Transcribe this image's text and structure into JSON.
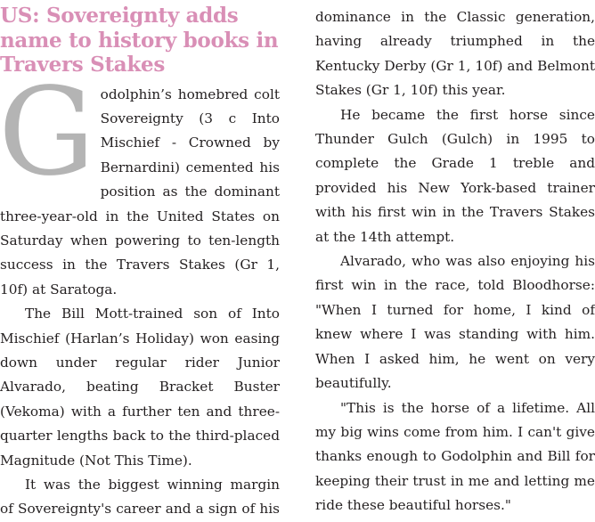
{
  "article": {
    "headline": "US: Sovereignty adds name to history books in Travers Stakes",
    "dropcap": "G",
    "paragraphs": [
      "odolphin’s homebred colt Sovereignty (3 c Into Mischief - Crowned by Bernardini) cemented his position as the dominant three-year-old in the United States on Saturday when powering to ten-length success in the Travers Stakes (Gr 1, 10f) at Saratoga.",
      "The Bill Mott-trained son of Into Mischief (Harlan’s Holiday) won easing down under regular rider Junior Alvarado, beating Bracket Buster (Vekoma) with a further ten and three-quarter lengths back to the third-placed Magnitude (Not This Time).",
      "It was the biggest winning margin of Sovereignty's career and a sign of his",
      "dominance in the Classic generation, having already triumphed in the Kentucky Derby (Gr 1, 10f) and Belmont Stakes (Gr 1, 10f) this year.",
      "He became the first horse since Thunder Gulch (Gulch) in 1995 to complete the Grade 1 treble and provided his New York-based trainer with his first win in the Travers Stakes at the 14th attempt.",
      "Alvarado, who was also enjoying his first win in the race, told Bloodhorse: \"When I turned for home, I kind of knew where I was standing with him. When I asked him, he went on very beautifully.",
      "\"This is the horse of a lifetime. All my big wins come from him. I can't give thanks enough to Godolphin and Bill for keeping their trust in me and letting me ride these beautiful horses.\""
    ]
  }
}
